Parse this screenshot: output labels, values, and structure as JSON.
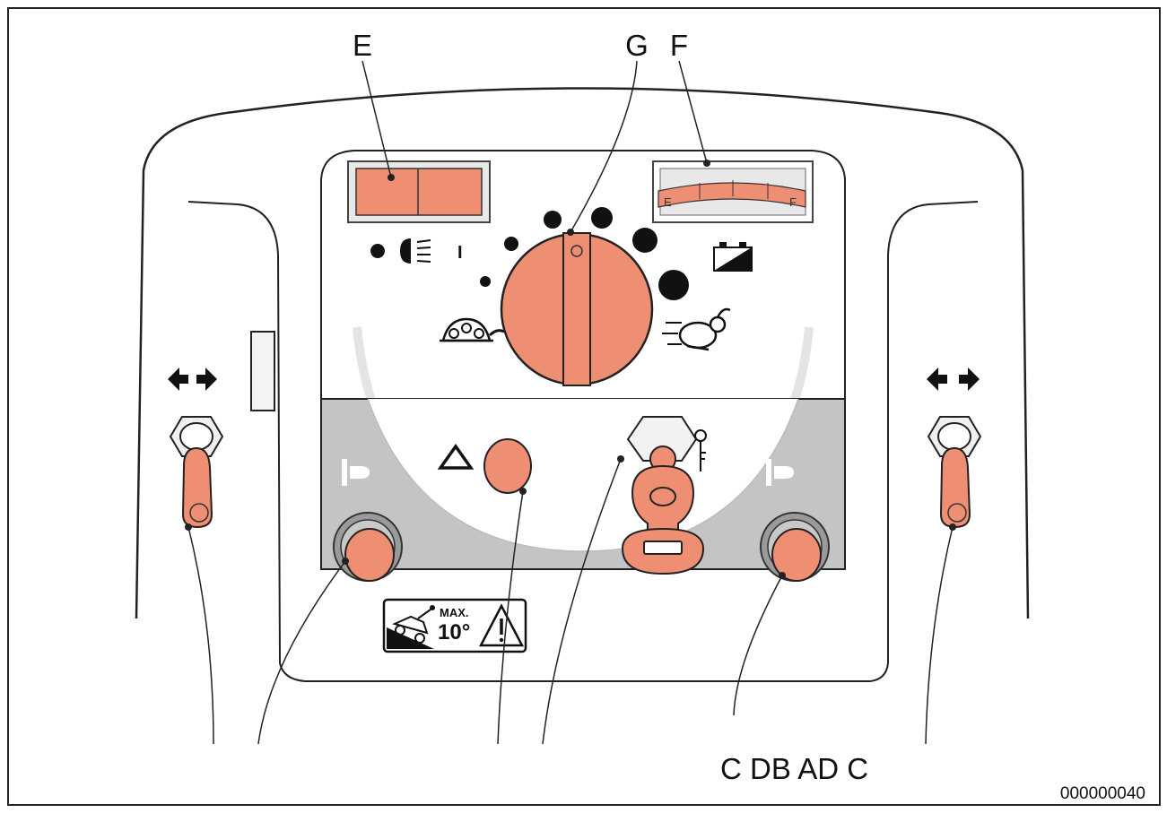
{
  "callouts": {
    "top_left": "E",
    "top_center": "G",
    "top_right": "F",
    "bottom_right_group": "C DB AD C"
  },
  "drawing_number": "000000040",
  "fuel_gauge": {
    "empty_letter": "E",
    "full_letter": "F"
  },
  "headlight_indicator": {
    "on_mark": "I"
  },
  "tilt_warning_label": {
    "max_text": "MAX.",
    "angle_text": "10°"
  },
  "icons": {
    "headlight": "headlight-icon",
    "battery": "battery-icon",
    "turtle": "turtle-slow-speed-icon",
    "rabbit": "rabbit-fast-speed-icon",
    "warning": "hazard-triangle-icon",
    "horn": "horn-icon",
    "key": "key-icon",
    "direction": "direction-arrows-icon"
  },
  "colors": {
    "control_orange": "#EE8E72",
    "panel_gray": "#C4C4C4",
    "light_gray": "#E8E8E8",
    "outline": "#222222"
  }
}
